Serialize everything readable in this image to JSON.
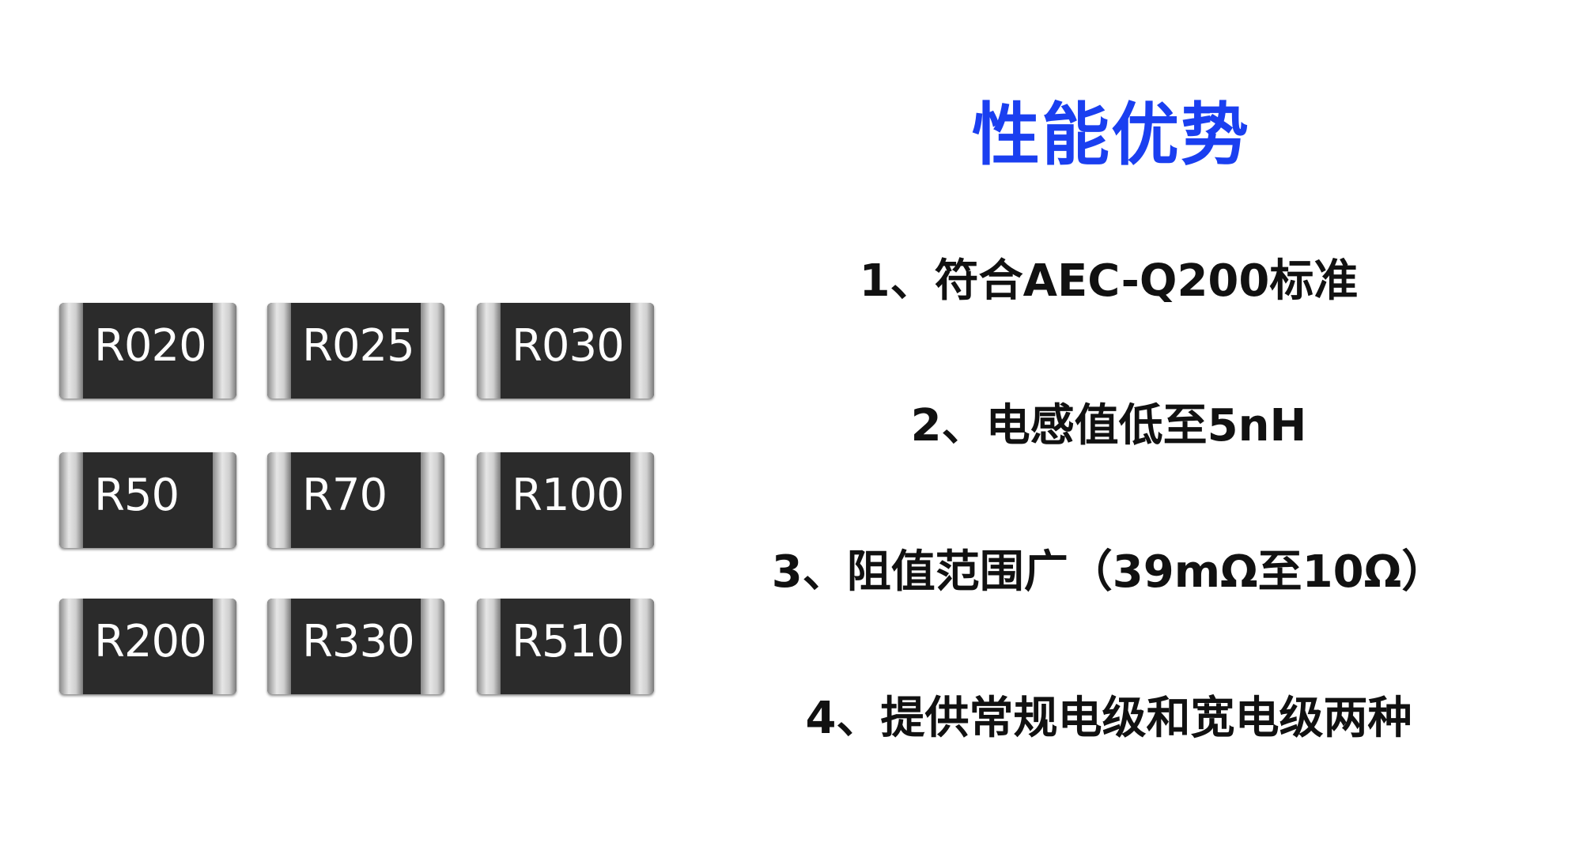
{
  "title": "性能优势",
  "points": [
    "1、符合AEC-Q200标准",
    "2、电感值低至5nH",
    "3、阻值范围广（39mΩ至10Ω）",
    "4、提供常规电级和宽电级两种"
  ],
  "chips": [
    "R020",
    "R025",
    "R030",
    "R50",
    "R70",
    "R100",
    "R200",
    "R330",
    "R510"
  ],
  "colors": {
    "title": "#1a3ff0",
    "chip_body": "#2b2b2b"
  }
}
